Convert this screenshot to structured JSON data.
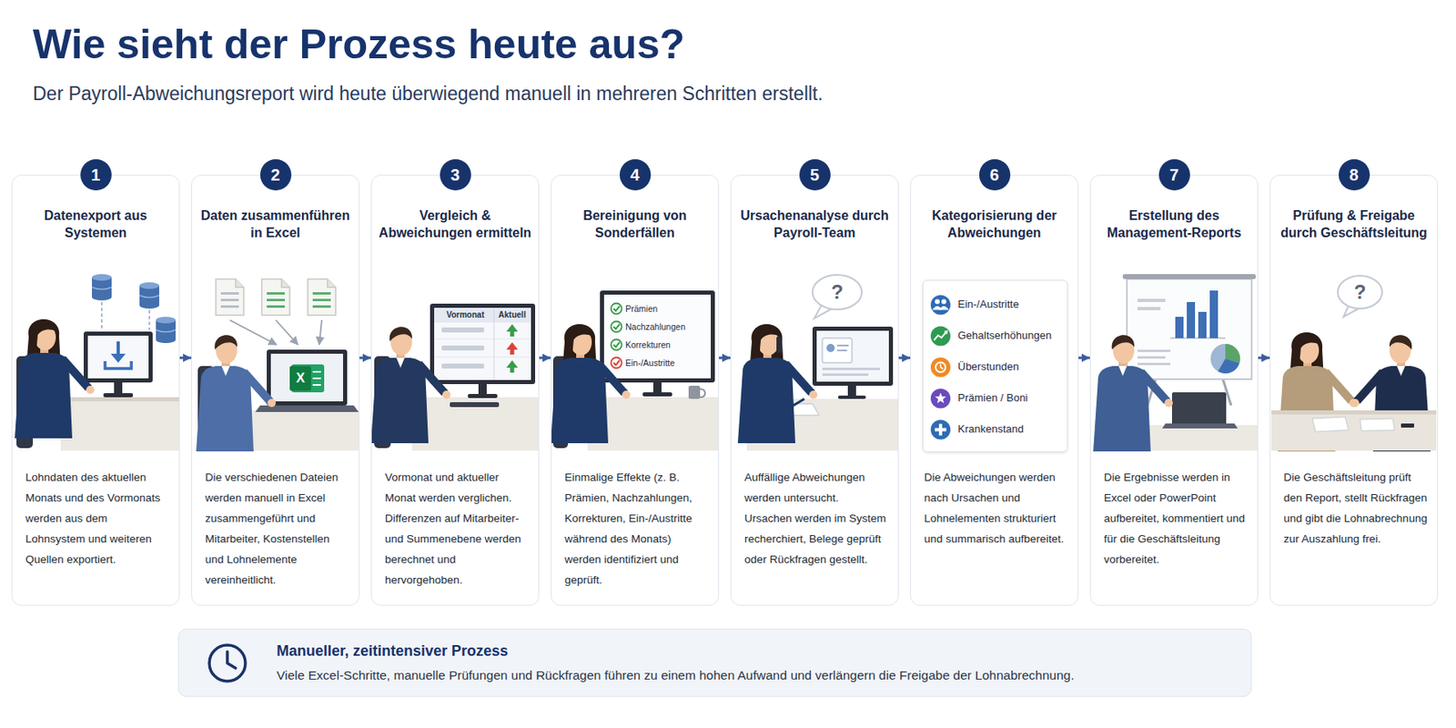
{
  "diagram": {
    "title": "Wie sieht der Prozess heute aus?",
    "caption": "Der Payroll-Abweichungsreport wird heute überwiegend manuell in mehreren Schritten erstellt.",
    "nodes": [
      {
        "text": [
          "Datenexport aus Systemen",
          "Lohndaten des aktuellen Monats und des Vormonats werden aus dem Lohnsystem und weiteren Quellen exportiert."
        ]
      },
      {
        "text": [
          "1"
        ],
        "in": 0
      },
      {
        "text": [
          "Daten zusammenführen in Excel",
          "Die verschiedenen Dateien werden manuell in Excel zusammengeführt und Mitarbeiter, Kostenstellen und Lohnelemente vereinheitlicht."
        ]
      },
      {
        "text": [
          "2"
        ],
        "in": 2
      },
      {
        "text": [
          "Vergleich & Abweichungen ermitteln",
          "Vormonat und aktueller Monat werden verglichen. Differenzen auf Mitarbeiter- und Summenebene werden berechnet und hervorgehoben."
        ]
      },
      {
        "text": [
          "3"
        ],
        "in": 4
      },
      {
        "text": [
          "Bereinigung von Sonderfällen",
          "Einmalige Effekte (z. B. Prämien, Nachzahlungen, Korrekturen, Ein-/Austritte während des Monats) werden identifiziert und geprüft."
        ]
      },
      {
        "text": [
          "4"
        ],
        "in": 6
      },
      {
        "text": [
          "Ursachenanalyse durch Payroll-Team",
          "Auffällige Abweichungen werden untersucht. Ursachen werden im System recherchiert, Belege geprüft oder Rückfragen gestellt."
        ]
      },
      {
        "text": [
          "5"
        ],
        "in": 8
      },
      {
        "text": [
          "Kategorisierung der Abweichungen",
          "Die Abweichungen werden nach Ursachen und Lohnelementen strukturiert und summarisch aufbereitet."
        ]
      },
      {
        "text": [
          "6"
        ],
        "in": 10
      },
      {
        "text": [
          "Ein-/Austritte",
          "Gehaltserhöhungen",
          "Überstunden",
          "Prämien / Boni",
          "Krankenstand"
        ],
        "in": 10
      },
      {
        "text": [
          "Erstellung des Management-Reports",
          "Die Ergebnisse werden in Excel oder PowerPoint aufbereitet, kommentiert und für die Geschäftsleitung vorbereitet."
        ]
      },
      {
        "text": [
          "7"
        ],
        "in": 13
      },
      {
        "text": [
          "Prüfung & Freigabe durch Geschäftsleitung",
          "Die Geschäftsleitung prüft den Report, stellt Rückfragen und gibt die Lohnabrechnung zur Auszahlung frei."
        ]
      },
      {
        "text": [
          "8"
        ],
        "in": 15
      },
      {
        "text": [
          "Manueller, zeitintensiver Prozess",
          "Viele Excel-Schritte, manuelle Prüfungen und Rückfragen führen zu einem hohen Aufwand und verlängern die Freigabe der Lohnabrechnung."
        ]
      }
    ],
    "edges": [
      {
        "from": 0,
        "to": 2,
        "arrow": "to"
      },
      {
        "from": 2,
        "to": 4,
        "arrow": "to"
      },
      {
        "from": 4,
        "to": 6,
        "arrow": "to"
      },
      {
        "from": 6,
        "to": 8,
        "arrow": "to"
      },
      {
        "from": 8,
        "to": 10,
        "arrow": "to"
      },
      {
        "from": 10,
        "to": 13,
        "arrow": "to"
      },
      {
        "from": 13,
        "to": 15,
        "arrow": "to"
      }
    ],
    "labels": [
      "X",
      "Vormonat",
      "Aktuell",
      "Prämien",
      "Nachzahlungen",
      "Korrekturen",
      "Ein-/Austritte",
      "?",
      "?"
    ]
  }
}
